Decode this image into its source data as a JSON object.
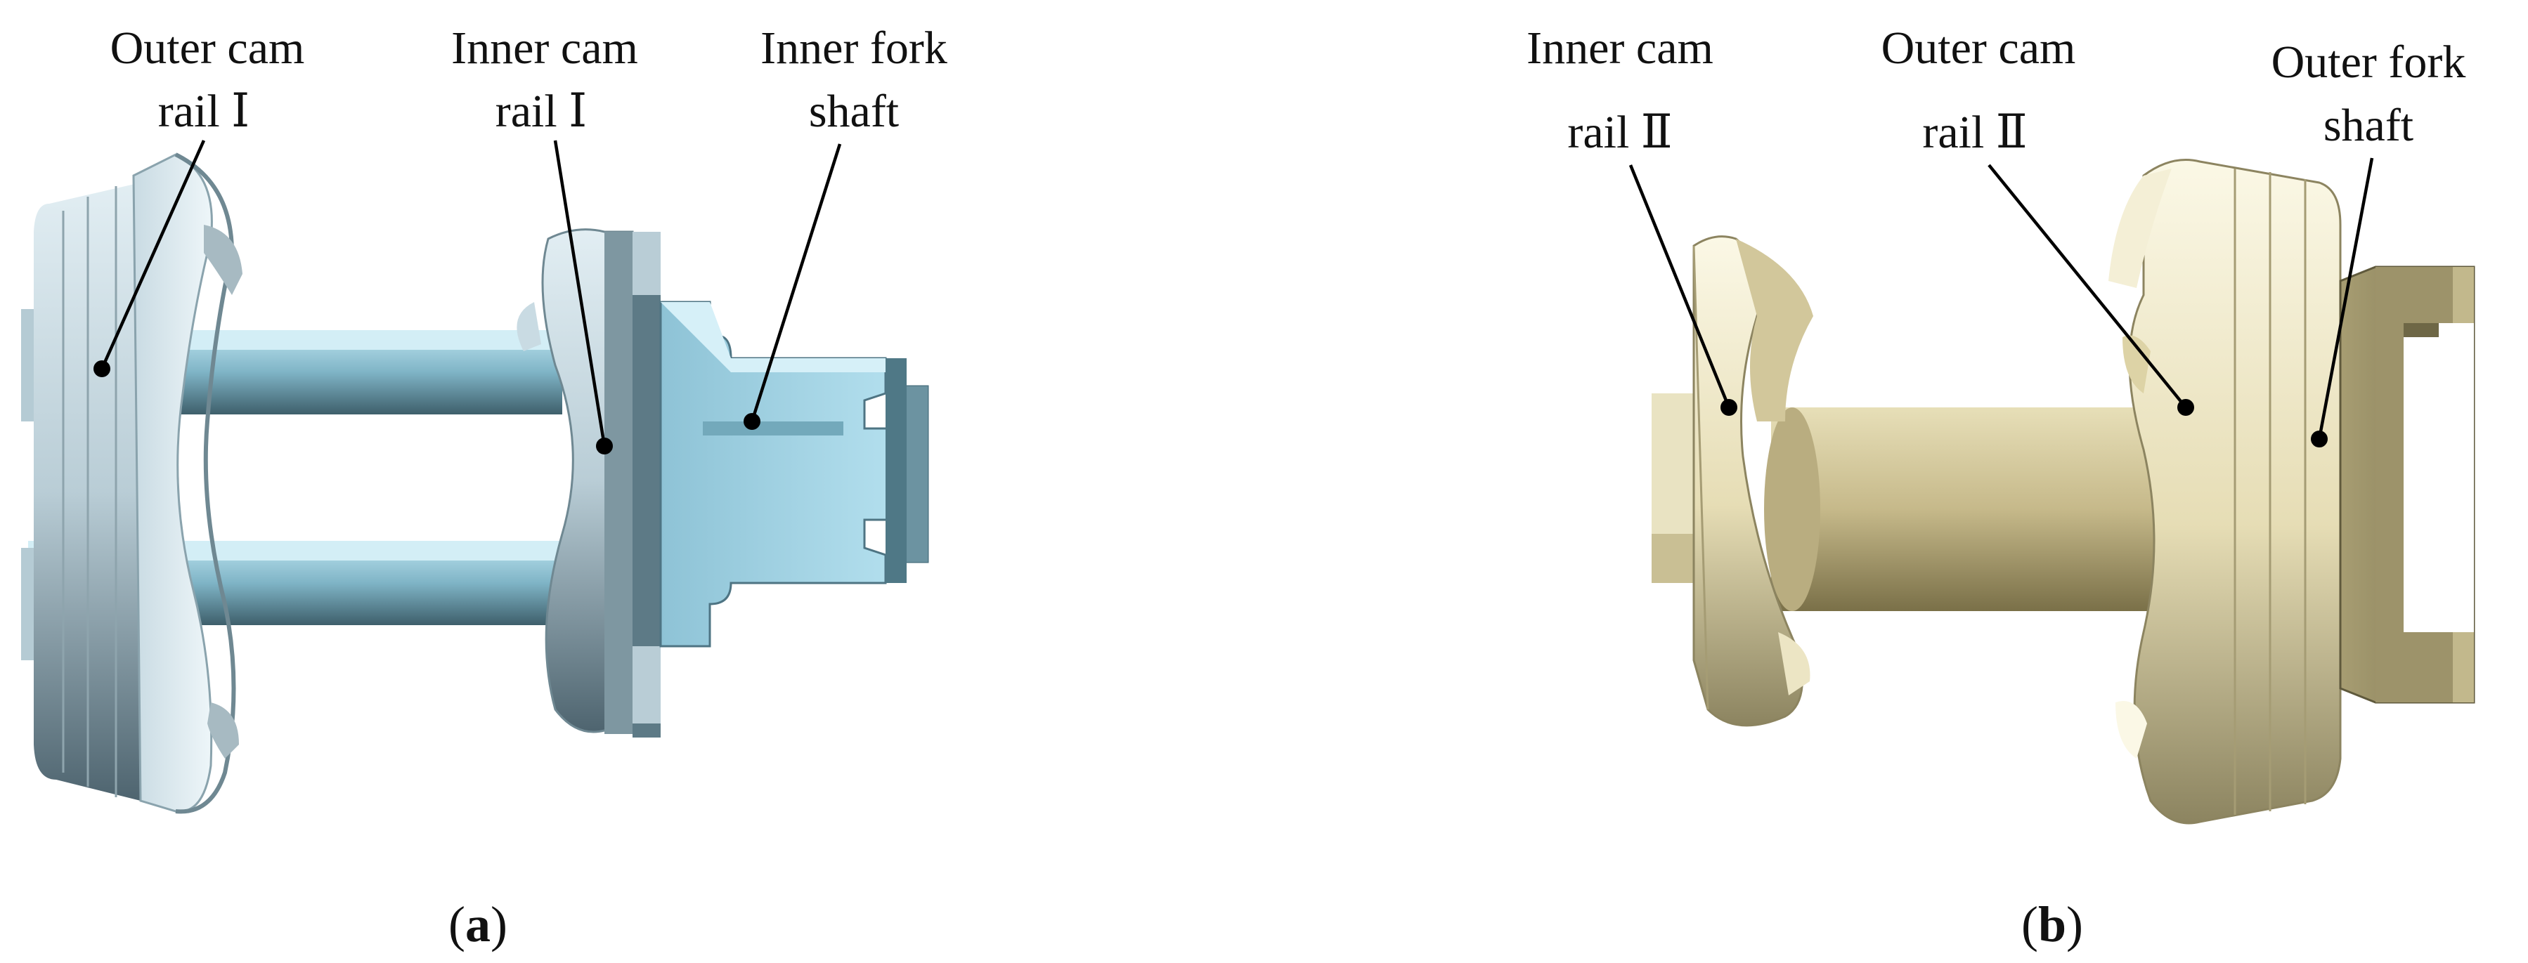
{
  "panels": [
    {
      "caption_open": "(",
      "caption_letter": "a",
      "caption_close": ")",
      "labels": [
        {
          "line1": "Outer cam",
          "line2": "rail  Ⅰ"
        },
        {
          "line1": "Inner cam",
          "line2": "rail  Ⅰ"
        },
        {
          "line1": "Inner fork",
          "line2": "shaft"
        }
      ]
    },
    {
      "caption_open": "(",
      "caption_letter": "b",
      "caption_close": ")",
      "labels": [
        {
          "line1": "Inner cam",
          "line2": "rail  Ⅱ"
        },
        {
          "line1": "Outer cam",
          "line2": "rail  Ⅱ"
        },
        {
          "line1": "Outer fork",
          "line2": "shaft"
        }
      ]
    }
  ],
  "colors": {
    "panel_a_base": "#a9cfe0",
    "panel_a_light": "#d6ebf2",
    "panel_a_dark": "#5d7a86",
    "panel_b_base": "#d9d0a8",
    "panel_b_light": "#f5f0d8",
    "panel_b_dark": "#7d7652"
  }
}
